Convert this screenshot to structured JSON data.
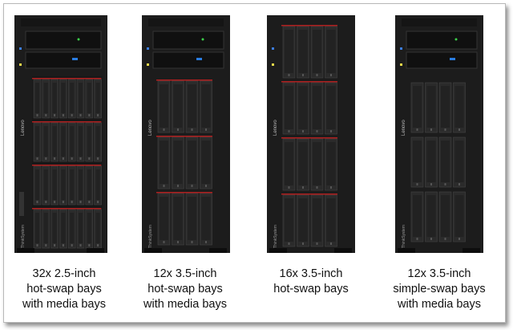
{
  "servers": [
    {
      "caption": [
        "32x 2.5-inch",
        "hot-swap bays",
        "with media bays"
      ],
      "front_label": "Lenovo",
      "brand": "ThinkSystem"
    },
    {
      "caption": [
        "12x 3.5-inch",
        "hot-swap bays",
        "with media bays"
      ],
      "front_label": "Lenovo",
      "brand": "ThinkSystem"
    },
    {
      "caption": [
        "16x 3.5-inch",
        "hot-swap bays"
      ],
      "front_label": "Lenovo",
      "brand": "ThinkSystem"
    },
    {
      "caption": [
        "12x 3.5-inch",
        "simple-swap bays",
        "with media bays"
      ],
      "front_label": "Lenovo",
      "brand": "ThinkSystem"
    }
  ],
  "colors": {
    "chassis": "#1a1a1a",
    "bay": "#2b2b2b",
    "accent_red": "#b02020",
    "power_led": "#3cd04a",
    "status_led": "#2a7de1"
  }
}
